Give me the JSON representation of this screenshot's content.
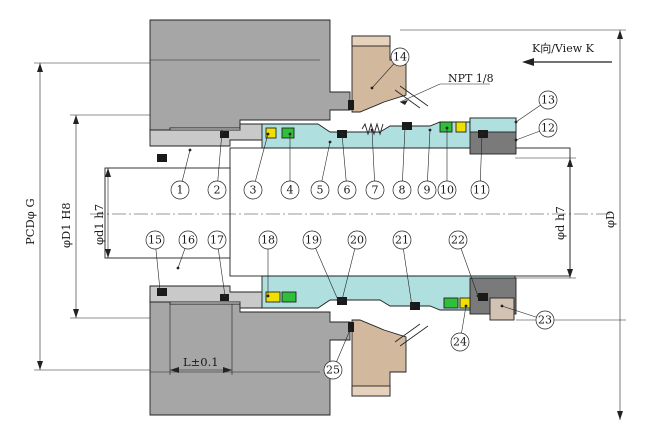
{
  "view_label": "K向/View K",
  "npt_label": "NPT 1/8",
  "dimensions": {
    "pcd": "PCDφ G",
    "d1_h8": "φD1 H8",
    "d1_h7": "φd1 h7",
    "d_h7": "φd h7",
    "D": "φD",
    "L": "L±0.1"
  },
  "balloons_top": [
    "1",
    "2",
    "3",
    "4",
    "5",
    "6",
    "7",
    "8",
    "9",
    "10",
    "11"
  ],
  "balloons_right": [
    "13",
    "12"
  ],
  "balloons_bottom": [
    "15",
    "16",
    "17",
    "18",
    "19",
    "20",
    "21",
    "22"
  ],
  "balloons_extra": [
    "14",
    "23",
    "24",
    "25"
  ],
  "colors": {
    "housing": "#a6a6a6",
    "sleeve": "#b0dfe0",
    "gland": "#d2b89c",
    "yellow_ring": "#f0e000",
    "green_ring": "#2fbf3a",
    "seal_black": "#1a1a1a",
    "dark_gray": "#6a6a6a"
  }
}
